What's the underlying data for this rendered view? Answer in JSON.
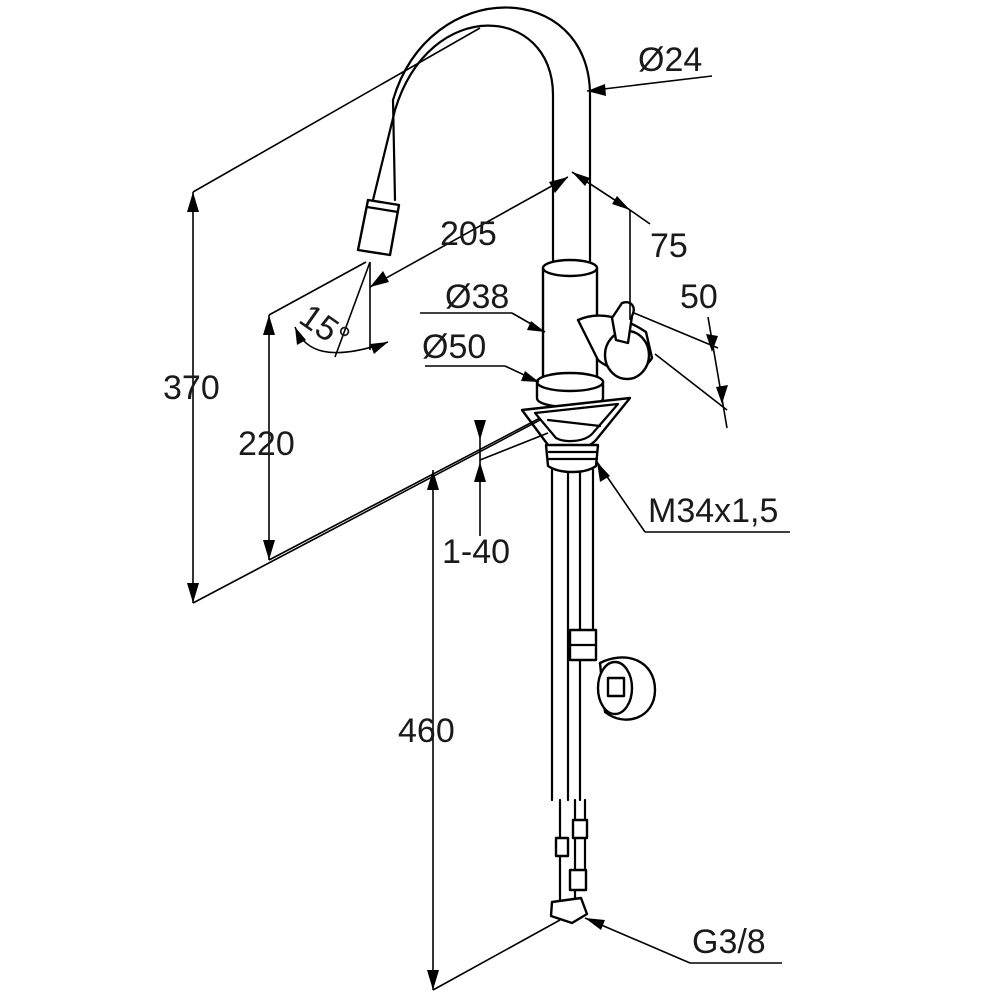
{
  "dimensions": {
    "outlet_diameter": "Ø24",
    "projection": "205",
    "lever_offset_75": "75",
    "lever_offset_50": "50",
    "body_diameter": "Ø38",
    "base_diameter": "Ø50",
    "spray_angle": "15°",
    "total_height": "370",
    "outlet_height": "220",
    "counter_thickness": "1-40",
    "hose_length": "460",
    "thread_size": "M34x1,5",
    "connection_thread": "G3/8"
  }
}
